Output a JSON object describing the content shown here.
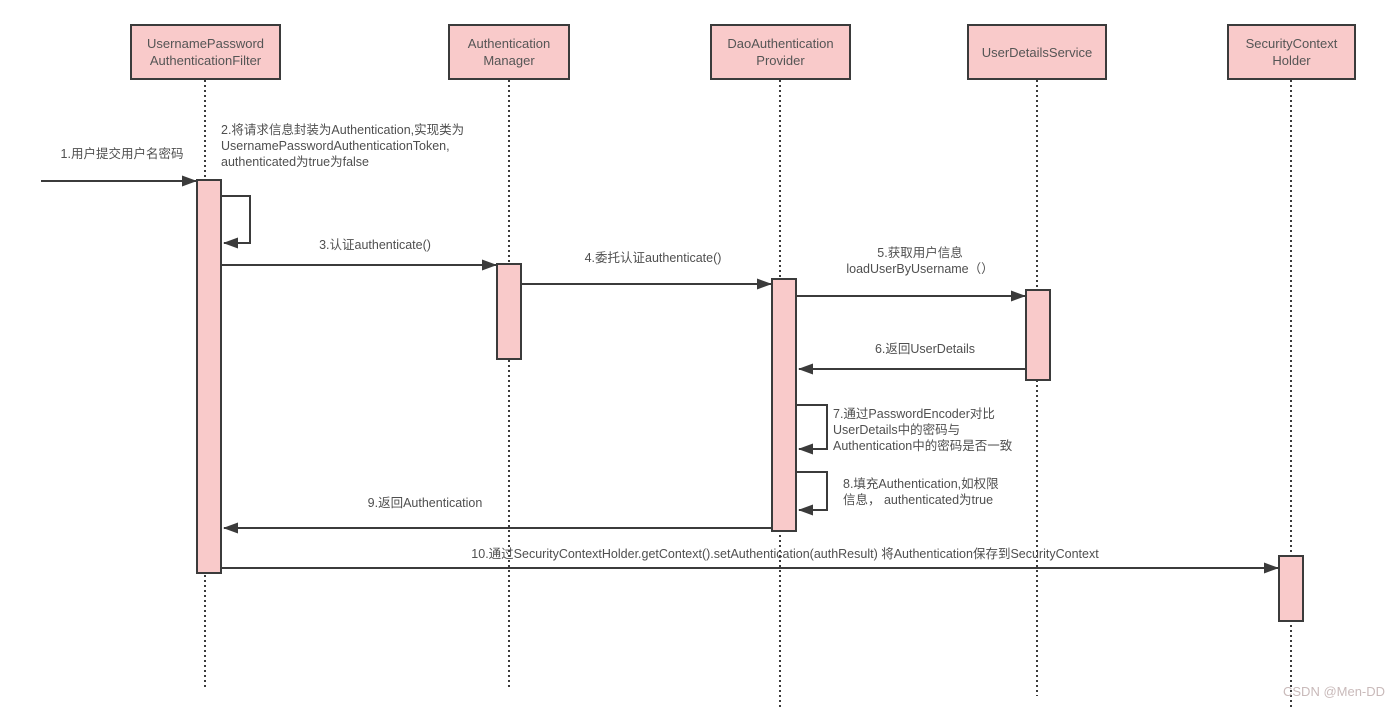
{
  "actors": [
    {
      "label": "UsernamePassword\nAuthenticationFilter"
    },
    {
      "label": "Authentication\nManager"
    },
    {
      "label": "DaoAuthentication\nProvider"
    },
    {
      "label": "UserDetailsService"
    },
    {
      "label": "SecurityContext\nHolder"
    }
  ],
  "messages": [
    {
      "label": "1.用户提交用户名密码"
    },
    {
      "label": "2.将请求信息封装为Authentication,实现类为\nUsernamePasswordAuthenticationToken,\nauthenticated为true为false"
    },
    {
      "label": "3.认证authenticate()"
    },
    {
      "label": "4.委托认证authenticate()"
    },
    {
      "label": "5.获取用户信息\nloadUserByUsername（）"
    },
    {
      "label": "6.返回UserDetails"
    },
    {
      "label": "7.通过PasswordEncoder对比\nUserDetails中的密码与\nAuthentication中的密码是否一致"
    },
    {
      "label": "8.填充Authentication,如权限\n信息， authenticated为true"
    },
    {
      "label": "9.返回Authentication"
    },
    {
      "label": "10.通过SecurityContextHolder.getContext().setAuthentication(authResult) 将Authentication保存到SecurityContext"
    }
  ],
  "watermark": "CSDN @Men-DD",
  "colors": {
    "actor_fill": "#f9caca",
    "line": "#3b3b3b",
    "text": "#4f4f4f",
    "watermark": "#c9baba"
  }
}
